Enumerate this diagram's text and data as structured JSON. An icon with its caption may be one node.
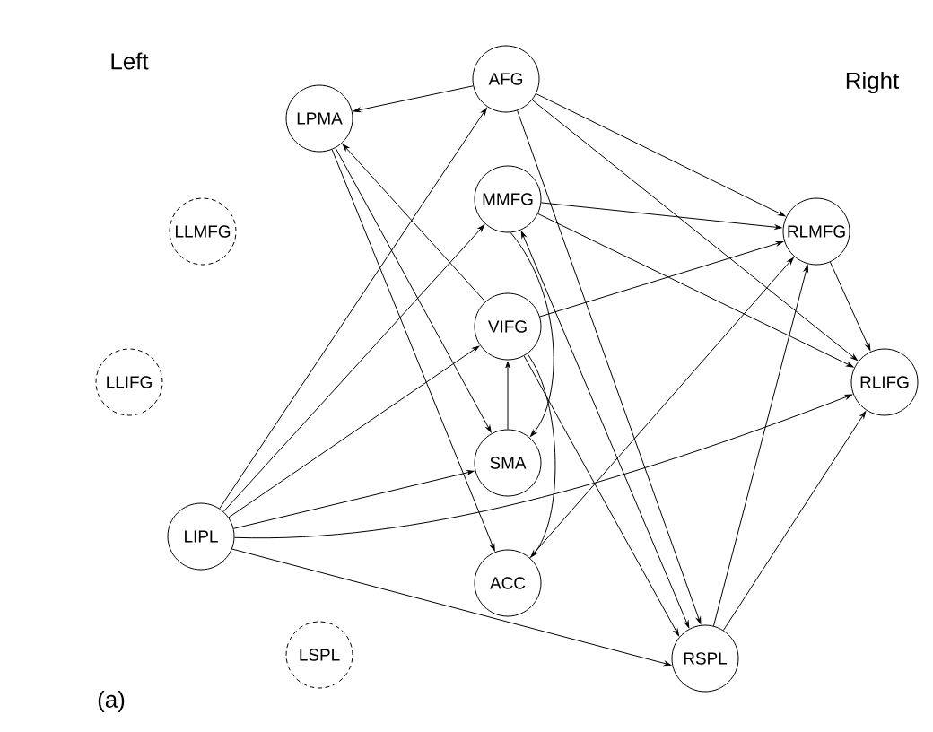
{
  "diagram": {
    "nodes": [
      {
        "text": [
          "AFG"
        ]
      },
      {
        "text": [
          "LPMA"
        ]
      },
      {
        "text": [
          "MMFG"
        ]
      },
      {
        "text": [
          "LLMFG"
        ]
      },
      {
        "text": [
          "RLMFG"
        ]
      },
      {
        "text": [
          "VIFG"
        ]
      },
      {
        "text": [
          "LLIFG"
        ]
      },
      {
        "text": [
          "RLIFG"
        ]
      },
      {
        "text": [
          "SMA"
        ]
      },
      {
        "text": [
          "LIPL"
        ]
      },
      {
        "text": [
          "ACC"
        ]
      },
      {
        "text": [
          "LSPL"
        ]
      },
      {
        "text": [
          "RSPL"
        ]
      }
    ],
    "edges": [
      {
        "from": 0,
        "to": 1,
        "arrow": "to"
      },
      {
        "from": 9,
        "to": 0,
        "arrow": "to"
      },
      {
        "from": 0,
        "to": 4,
        "arrow": "to"
      },
      {
        "from": 0,
        "to": 7,
        "arrow": "to"
      },
      {
        "from": 0,
        "to": 12,
        "arrow": "to"
      },
      {
        "from": 1,
        "to": 8,
        "arrow": "to"
      },
      {
        "from": 1,
        "to": 10,
        "arrow": "to"
      },
      {
        "from": 5,
        "to": 1,
        "arrow": "to"
      },
      {
        "from": 9,
        "to": 2,
        "arrow": "to"
      },
      {
        "from": 2,
        "to": 4,
        "arrow": "to"
      },
      {
        "from": 2,
        "to": 7,
        "arrow": "to"
      },
      {
        "from": 2,
        "to": 8,
        "arrow": "to"
      },
      {
        "from": 12,
        "to": 2,
        "arrow": "both"
      },
      {
        "from": 9,
        "to": 5,
        "arrow": "to"
      },
      {
        "from": 5,
        "to": 4,
        "arrow": "to"
      },
      {
        "from": 8,
        "to": 5,
        "arrow": "to"
      },
      {
        "from": 5,
        "to": 10,
        "arrow": "to"
      },
      {
        "from": 5,
        "to": 12,
        "arrow": "to"
      },
      {
        "from": 9,
        "to": 8,
        "arrow": "to"
      },
      {
        "from": 9,
        "to": 7,
        "arrow": "to"
      },
      {
        "from": 9,
        "to": 12,
        "arrow": "to"
      },
      {
        "from": 10,
        "to": 4,
        "arrow": "to"
      },
      {
        "from": 12,
        "to": 4,
        "arrow": "to"
      },
      {
        "from": 12,
        "to": 7,
        "arrow": "to"
      },
      {
        "from": 4,
        "to": 7,
        "arrow": "to"
      }
    ],
    "labels": [
      "Left",
      "Right",
      "(a)"
    ]
  }
}
